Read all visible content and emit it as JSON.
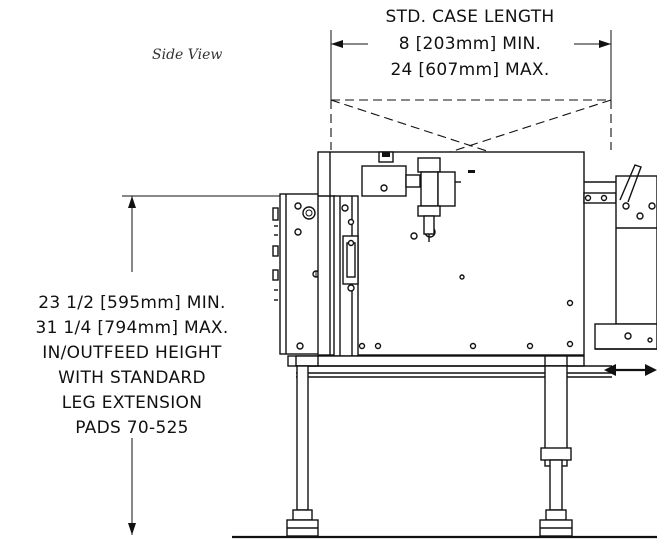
{
  "caption": "Side View",
  "case_length": {
    "title": "STD. CASE LENGTH",
    "min": "8 [203mm] MIN.",
    "max": "24 [607mm] MAX."
  },
  "height": {
    "lines": [
      "23 1/2 [595mm] MIN.",
      "31 1/4 [794mm] MAX.",
      "IN/OUTFEED HEIGHT",
      "WITH STANDARD",
      "LEG EXTENSION",
      "PADS 70-525"
    ]
  },
  "colors": {
    "line": "#111111",
    "background": "#ffffff",
    "caption": "#333333"
  }
}
